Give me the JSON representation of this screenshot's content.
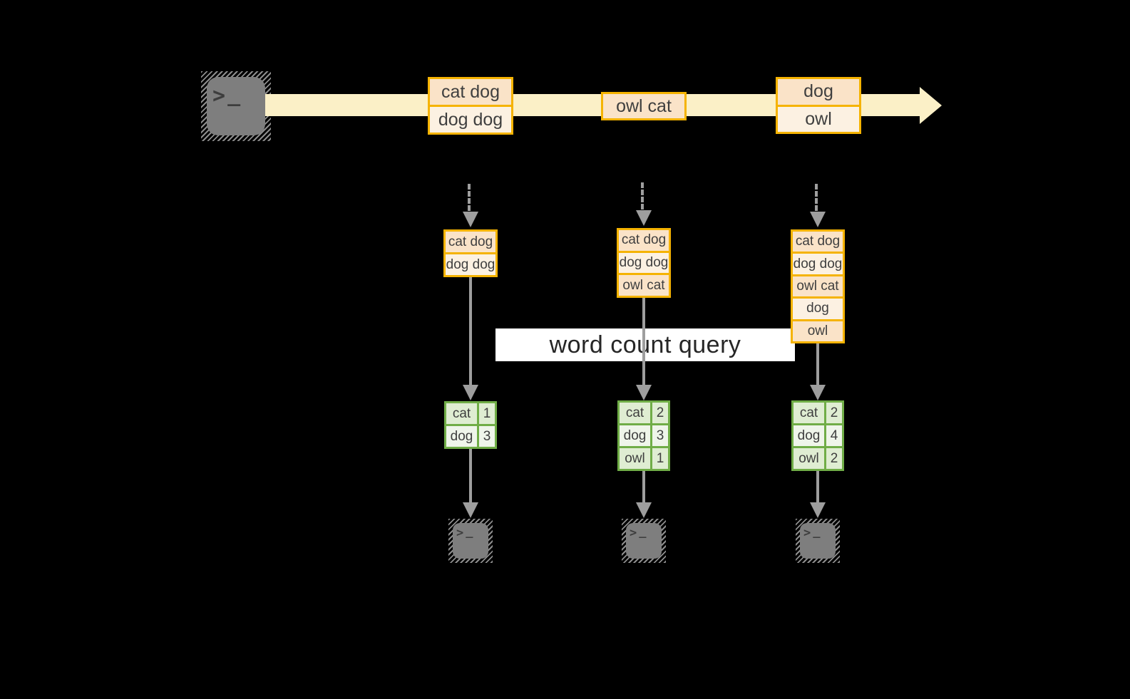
{
  "labels": {
    "query": "word count query"
  },
  "stream": {
    "events": [
      {
        "cells": [
          "cat dog",
          "dog dog"
        ]
      },
      {
        "cells": [
          "owl cat"
        ]
      },
      {
        "cells": [
          "dog",
          "owl"
        ]
      }
    ]
  },
  "stacks": [
    {
      "cells": [
        "cat dog",
        "dog dog"
      ]
    },
    {
      "cells": [
        "cat dog",
        "dog dog",
        "owl cat"
      ]
    },
    {
      "cells": [
        "cat dog",
        "dog dog",
        "owl cat",
        "dog",
        "owl"
      ]
    }
  ],
  "tables": [
    {
      "rows": [
        {
          "word": "cat",
          "count": "1"
        },
        {
          "word": "dog",
          "count": "3"
        }
      ]
    },
    {
      "rows": [
        {
          "word": "cat",
          "count": "2"
        },
        {
          "word": "dog",
          "count": "3"
        },
        {
          "word": "owl",
          "count": "1"
        }
      ]
    },
    {
      "rows": [
        {
          "word": "cat",
          "count": "2"
        },
        {
          "word": "dog",
          "count": "4"
        },
        {
          "word": "owl",
          "count": "2"
        }
      ]
    }
  ],
  "icons": {
    "terminal_prompt": ">",
    "terminal_cursor": "_"
  },
  "colors": {
    "background": "#000000",
    "stream_band": "#fbf0c7",
    "record_border": "#f5b301",
    "record_fill_dark": "#fae3c8",
    "record_fill_light": "#fcf1e2",
    "table_border": "#70ad47",
    "table_fill_dark": "#dfedd2",
    "table_fill_light": "#eff5ea",
    "connector_gray": "#9e9e9e",
    "terminal_gray": "#7e7e7e",
    "text": "#3f3f3f"
  }
}
